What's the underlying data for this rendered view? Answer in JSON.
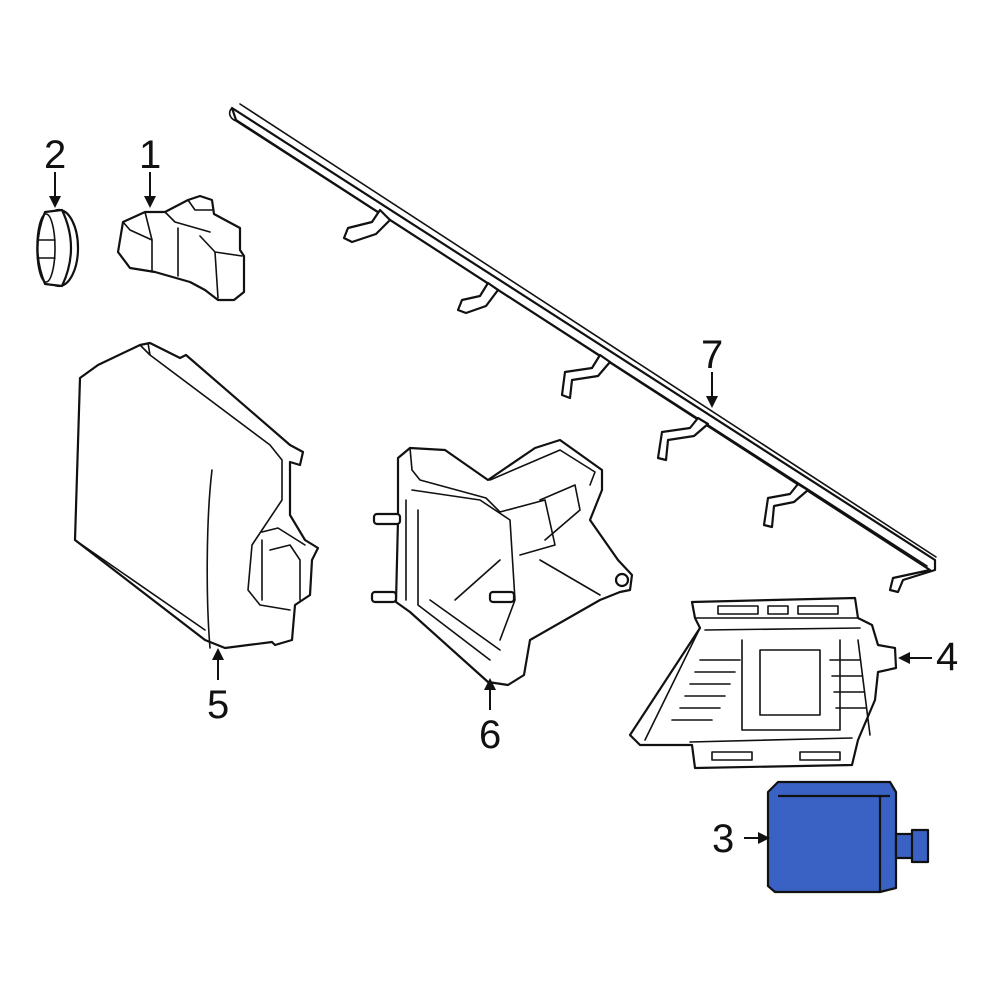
{
  "diagram": {
    "highlight_color": "#3a62c4",
    "callouts": [
      {
        "id": "1",
        "label": "1"
      },
      {
        "id": "2",
        "label": "2"
      },
      {
        "id": "3",
        "label": "3"
      },
      {
        "id": "4",
        "label": "4"
      },
      {
        "id": "5",
        "label": "5"
      },
      {
        "id": "6",
        "label": "6"
      },
      {
        "id": "7",
        "label": "7"
      }
    ]
  }
}
